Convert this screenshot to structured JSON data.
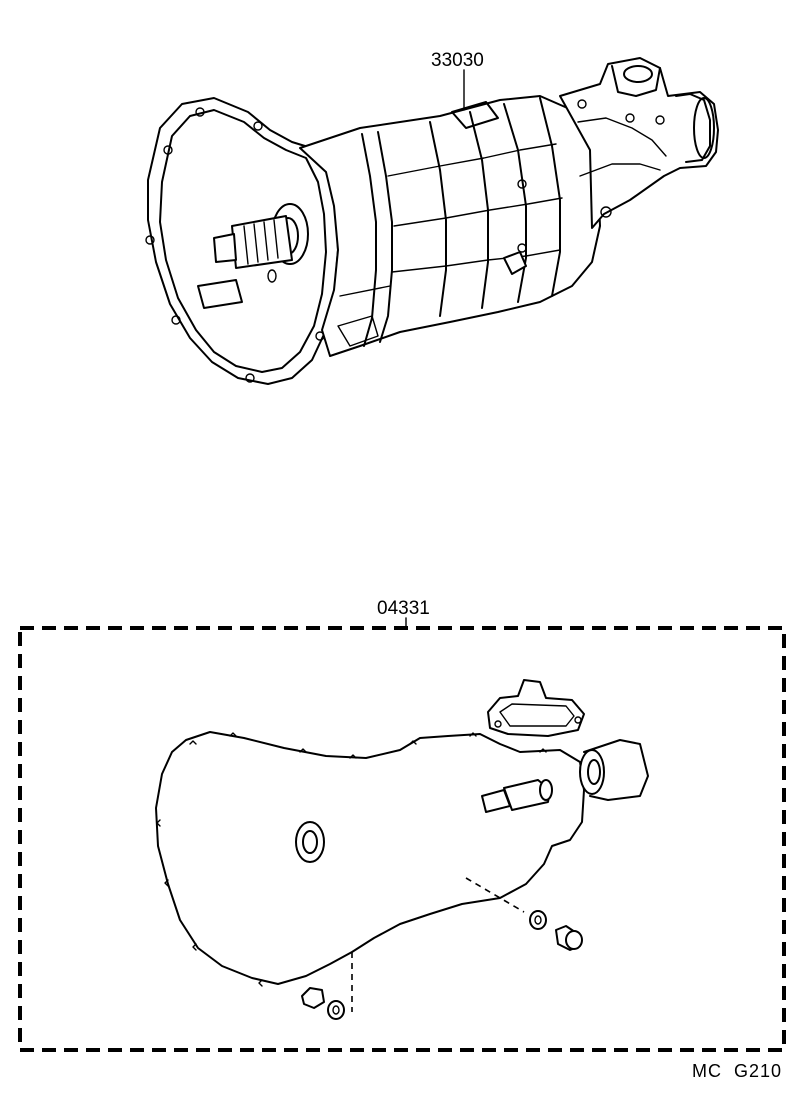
{
  "labels": {
    "transmission_part": "33030",
    "gasket_kit_part": "04331",
    "page_code": "MC  G210"
  }
}
